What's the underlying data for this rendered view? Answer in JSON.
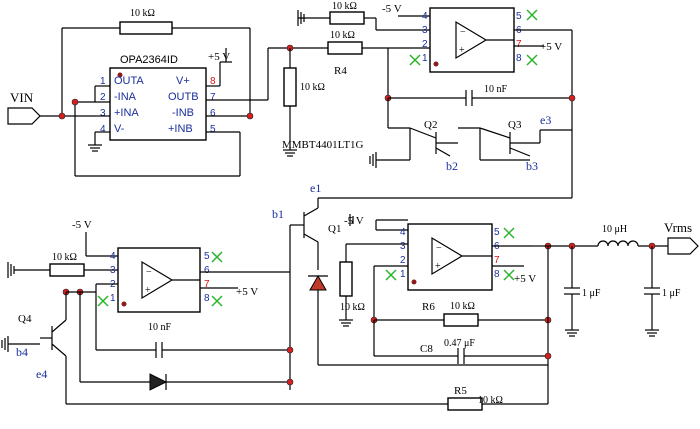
{
  "labels": {
    "vin": "VIN",
    "vrms": "Vrms",
    "chip": "OPA2364ID",
    "transistor_part": "MMBT4401LT1G",
    "r_top": "10 kΩ",
    "r_top2": "10 kΩ",
    "r4": "R4",
    "r4_value": "10 kΩ",
    "r_vertical": "10 kΩ",
    "c_top": "10 nF",
    "q2": "Q2",
    "q3": "Q3",
    "b2": "b2",
    "b3": "b3",
    "e3": "e3",
    "e1": "e1",
    "b1": "b1",
    "q1": "Q1",
    "q4": "Q4",
    "b4": "b4",
    "e4": "e4",
    "r_left": "10 kΩ",
    "c_left": "10 nF",
    "r_mid_vertical": "10 kΩ",
    "r6": "R6",
    "r6_value": "10 kΩ",
    "c8": "C8",
    "c8_value": "0.47 μF",
    "r5": "R5",
    "r5_value": "10 kΩ",
    "inductor": "10 μH",
    "cap1": "1 μF",
    "cap2": "1 μF",
    "neg5_top": "-5 V",
    "pos5_top": "+5 V",
    "pos5_chip": "+5 V",
    "neg5_left": "-5 V",
    "pos5_left": "+5 V",
    "neg5_mid": "-5 V",
    "pos5_mid": "+5 V"
  },
  "chip_pins": {
    "left_nums": [
      "1",
      "2",
      "3",
      "4"
    ],
    "left_names": [
      "OUTA",
      "-INA",
      "+INA",
      "V-"
    ],
    "right_nums": [
      "8",
      "7",
      "6",
      "5"
    ],
    "right_names": [
      "V+",
      "OUTB",
      "-INB",
      "+INB"
    ]
  },
  "opamp_pins": {
    "left": [
      "4",
      "3",
      "2",
      "1"
    ],
    "right": [
      "5",
      "6",
      "7",
      "8"
    ]
  }
}
